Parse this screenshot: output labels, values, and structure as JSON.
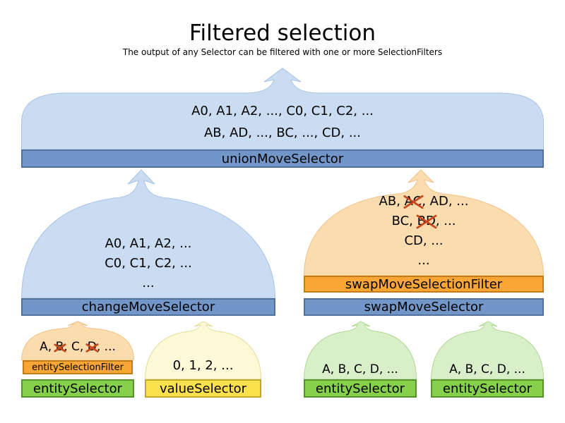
{
  "title": "Filtered selection",
  "subtitle": "The output of any Selector can be filtered with one or more SelectionFilters",
  "colors": {
    "funnel-blue": "#c9dcf1",
    "funnel-blue-border": "#a9c4e4",
    "bar-blue": "#7396c8",
    "bar-blue-border": "#51719c",
    "funnel-orange": "#fbdcae",
    "funnel-orange-border": "#eec287",
    "bar-orange": "#faa636",
    "bar-orange-border": "#c27d17",
    "funnel-yellow": "#fdf9d7",
    "funnel-yellow-border": "#e6db96",
    "bar-yellow": "#fbe14d",
    "bar-yellow-border": "#bfa82a",
    "funnel-green": "#d9efca",
    "funnel-green-border": "#aed690",
    "bar-green": "#86d14b",
    "bar-green-border": "#57922a",
    "cross": "#c8481c",
    "text": "#000000"
  },
  "union": {
    "line1": "A0, A1, A2, ..., C0, C1, C2, ...",
    "line2": "AB, AD, ..., BC, ..., CD, ...",
    "label": "unionMoveSelector"
  },
  "change": {
    "line1": "A0, A1, A2, ...",
    "line2": "C0, C1, C2, ...",
    "line3": "...",
    "label": "changeMoveSelector"
  },
  "swap": {
    "line1": {
      "pre": "AB, ",
      "crossed": "AC",
      "post": ", AD, ..."
    },
    "line2": {
      "pre": "BC, ",
      "crossed": "BD",
      "post": ", ..."
    },
    "line3": "CD, ...",
    "line4": "...",
    "filter_label": "swapMoveSelectionFilter",
    "label": "swapMoveSelector"
  },
  "entity_filtered": {
    "line": {
      "seg1": "A, ",
      "crossed1": "B",
      "seg2": ", C, ",
      "crossed2": "D",
      "seg3": ", ..."
    },
    "filter_label": "entitySelectionFilter",
    "label": "entitySelector"
  },
  "value": {
    "line1": "0, 1, 2, ...",
    "label": "valueSelector"
  },
  "entity2": {
    "line1": "A, B, C, D, ...",
    "label": "entitySelector"
  },
  "entity3": {
    "line1": "A, B, C, D, ...",
    "label": "entitySelector"
  }
}
